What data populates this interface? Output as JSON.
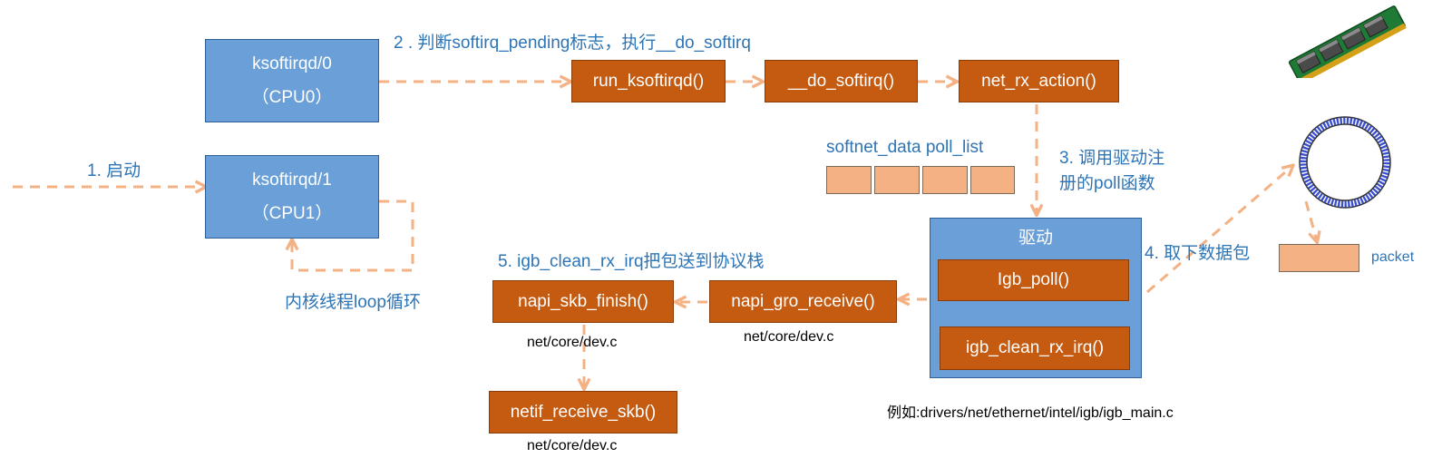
{
  "colors": {
    "arrow": "#f4b183",
    "blue_box": "#6a9fd8",
    "orange_box": "#c55a11",
    "label_blue": "#2e75b6"
  },
  "ksoftirqd0": {
    "line1": "ksoftirqd/0",
    "line2": "（CPU0）"
  },
  "ksoftirqd1": {
    "line1": "ksoftirqd/1",
    "line2": "（CPU1）"
  },
  "labels": {
    "step1": "1. 启动",
    "step2": "2 . 判断softirq_pending标志，执行__do_softirq",
    "loop": "内核线程loop循环",
    "softnet": "softnet_data poll_list",
    "step3_l1": "3. 调用驱动注",
    "step3_l2": "册的poll函数",
    "step4": "4. 取下数据包",
    "step5": "5. igb_clean_rx_irq把包送到协议栈",
    "packet": "packet",
    "example": "例如:drivers/net/ethernet/intel/igb/igb_main.c",
    "file_finish": "net/core/dev.c",
    "file_gro": "net/core/dev.c",
    "file_netif": "net/core/dev.c"
  },
  "funcs": {
    "run_ksoftirqd": "run_ksoftirqd()",
    "do_softirq": "__do_softirq()",
    "net_rx_action": "net_rx_action()",
    "igb_poll": "Igb_poll()",
    "igb_clean": "igb_clean_rx_irq()",
    "napi_gro": "napi_gro_receive()",
    "napi_finish": "napi_skb_finish()",
    "netif": "netif_receive_skb()"
  },
  "driver": {
    "title": "驱动"
  },
  "icons": {
    "ram": "ram-module-icon",
    "ring": "ring-buffer-icon"
  }
}
